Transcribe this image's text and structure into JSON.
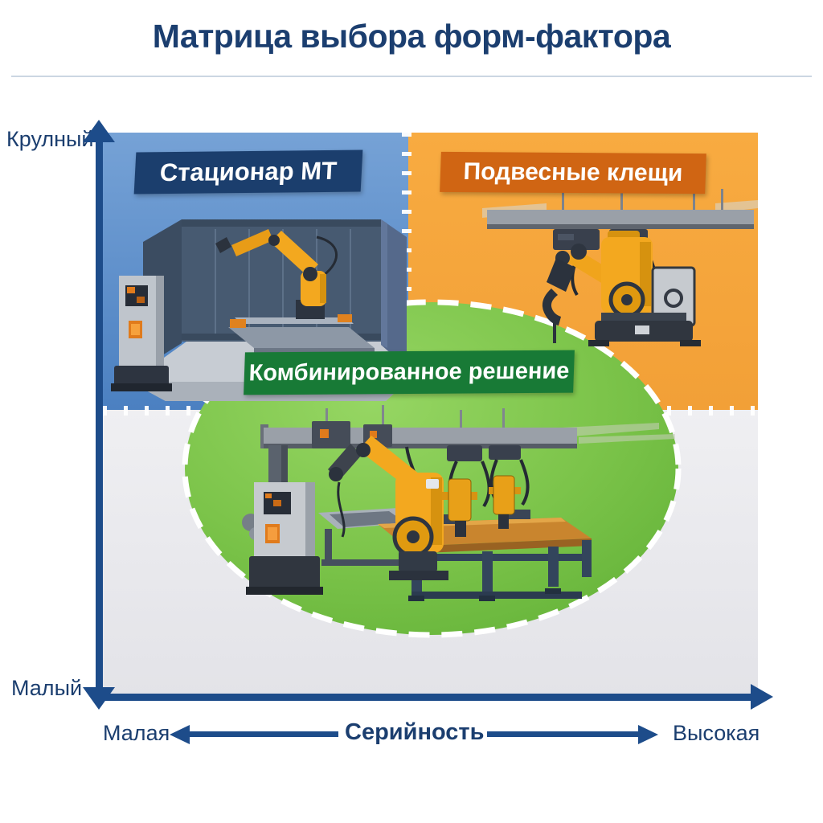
{
  "title": "Матрица выбора форм-фактора",
  "axes": {
    "y": {
      "top_label": "Крулный",
      "bottom_label": "Малый"
    },
    "x": {
      "title": "Серийность",
      "left_label": "Малая",
      "right_label": "Высокая"
    }
  },
  "quadrants": {
    "stationary": {
      "label": "Стационар МТ",
      "bg_color": "#6398cf",
      "banner_color": "#1b3e6d"
    },
    "suspended": {
      "label": "Подвесные клещи",
      "bg_color": "#f6a83e",
      "banner_color": "#d06513"
    },
    "combined": {
      "label": "Комбинированное решение",
      "bg_color": "#79c24a",
      "banner_color": "#187a36"
    }
  },
  "colors": {
    "title_text": "#1b3e6f",
    "axis_blue": "#1d4c8a",
    "header_rule": "#ccd6e2",
    "bottom_gray": "#e9e9ee",
    "divider_white": "#ffffff",
    "robot_yellow": "#f3a81f",
    "machine_dark": "#46586f"
  },
  "illustrations": {
    "stationary": "stationary-welding-cell",
    "suspended": "suspended-welding-tongs",
    "combined": "combined-solution-cell"
  }
}
